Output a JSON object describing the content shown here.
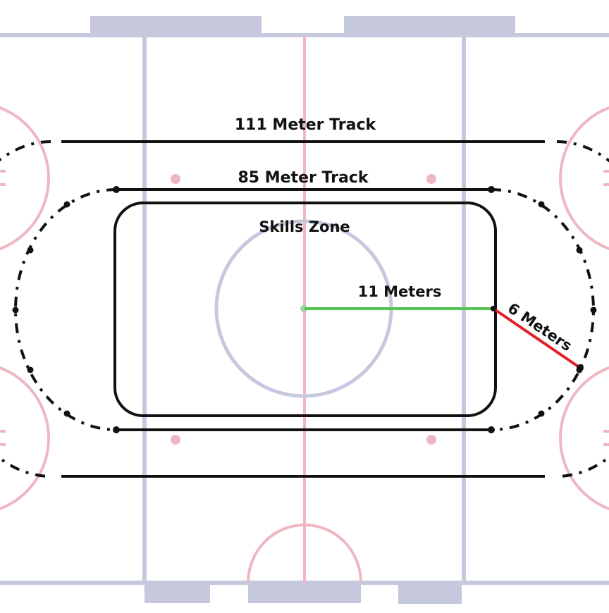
{
  "labels": {
    "track_111": "111 Meter Track",
    "track_85": "85 Meter Track",
    "skills_zone": "Skills Zone",
    "radius_11": "11 Meters",
    "radius_6": "6 Meters"
  },
  "colors": {
    "boards": "#c6c8dd",
    "red_line": "#efb7c1",
    "track": "#111111",
    "green_radius": "#55c455",
    "red_radius": "#e0202a"
  }
}
